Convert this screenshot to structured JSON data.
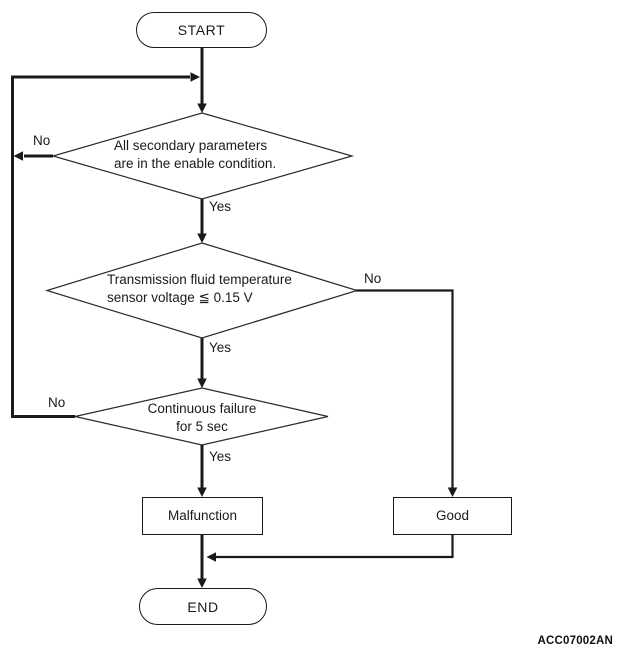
{
  "diagram": {
    "figure_code": "ACC07002AN",
    "nodes": {
      "start": {
        "label": "START"
      },
      "decision1": {
        "line1": "All secondary parameters",
        "line2": "are in the enable condition."
      },
      "decision2": {
        "line1": "Transmission fluid temperature",
        "line2": "sensor voltage ≦ 0.15 V"
      },
      "decision3": {
        "line1": "Continuous failure",
        "line2": "for 5 sec"
      },
      "malfunction": {
        "label": "Malfunction"
      },
      "good": {
        "label": "Good"
      },
      "end": {
        "label": "END"
      }
    },
    "edge_labels": {
      "decision1_no": "No",
      "decision1_yes": "Yes",
      "decision2_no": "No",
      "decision2_yes": "Yes",
      "decision3_no": "No",
      "decision3_yes": "Yes"
    },
    "colors": {
      "line": "#1a1a1a",
      "diamond_stroke": "#2b2b2b",
      "background": "#ffffff"
    }
  }
}
